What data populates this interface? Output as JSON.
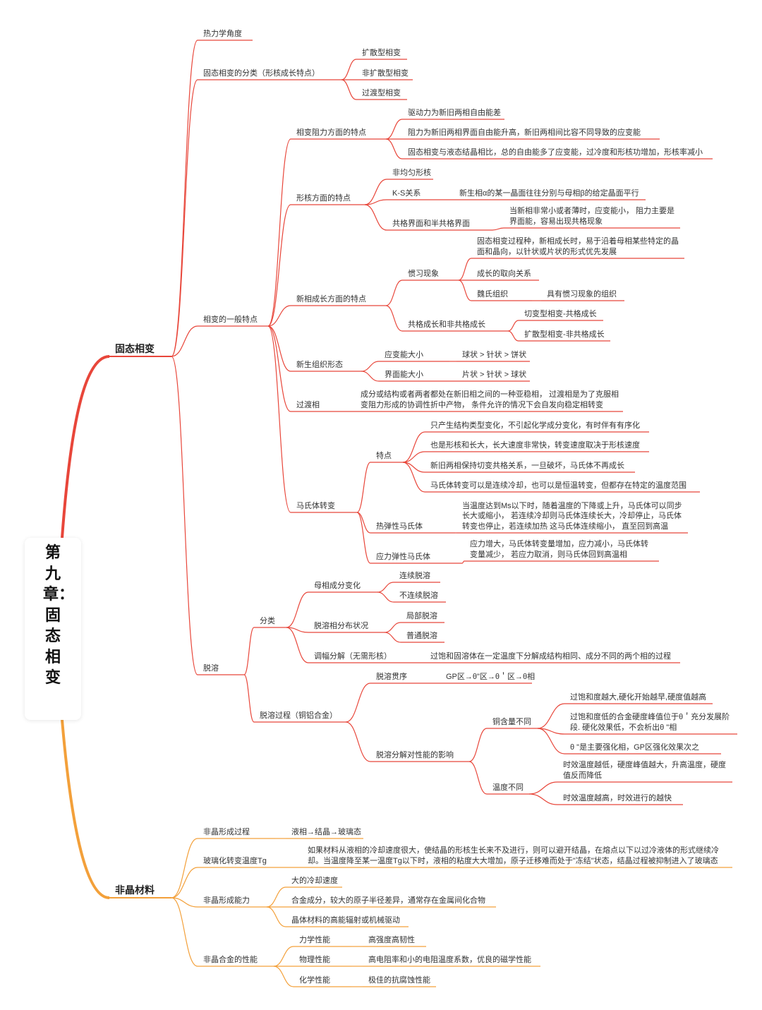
{
  "colors": {
    "solid": "#e8463a",
    "amorphous": "#f3a03a",
    "root_top": "#e8463a",
    "root_bottom": "#f3a03a"
  },
  "root": {
    "title": "第九章：固态相变"
  },
  "nodes": {
    "solid": "固态相变",
    "thermo": "热力学角度",
    "classify": "固态相变的分类（形核成长特点）",
    "classify_diff": "扩散型相变",
    "classify_nondiff": "非扩散型相变",
    "classify_trans": "过渡型相变",
    "general": "相变的一般特点",
    "resist": "相变阻力方面的特点",
    "resist_1": "驱动力为新旧两相自由能差",
    "resist_2": "阻力为新旧两相界面自由能升高，新旧两相间比容不同导致的应变能",
    "resist_3": "固态相变与液态结晶相比，总的自由能多了应变能，过冷度和形核功增加，形核率减小",
    "nucleation": "形核方面的特点",
    "nuc_1": "非均匀形核",
    "nuc_ks": "K-S关系",
    "nuc_ks_desc": "新生相α的某一晶面往往分别与母相β的给定晶面平行",
    "nuc_coh": "共格界面和半共格界面",
    "nuc_coh_desc": "当新相非常小或者薄时，应变能小， 阻力主要是界面能，容易出现共格现象",
    "growth": "新相成长方面的特点",
    "habit": "惯习现象",
    "habit_1": "固态相变过程种，新相成长时，易于沿着母相某些特定的晶面和晶向，以针状或片状的形式优先发展",
    "habit_2": "成长的取向关系",
    "habit_wid": "魏氏组织",
    "habit_wid_desc": "具有惯习现象的组织",
    "cogrowth": "共格成长和非共格成长",
    "cogrowth_1": "切变型相变-共格成长",
    "cogrowth_2": "扩散型相变-非共格成长",
    "morph": "新生组织形态",
    "morph_strain": "应变能大小",
    "morph_strain_desc": "球状 > 针状 > 饼状",
    "morph_iface": "界面能大小",
    "morph_iface_desc": "片状 > 针状 > 球状",
    "transphase": "过渡相",
    "transphase_desc": "成分或结构或者两者都处在新旧相之间的一种亚稳相， 过渡相是为了克服相变阻力形成的协调性折中产物， 条件允许的情况下会自发向稳定相转变",
    "marten": "马氏体转变",
    "feat": "特点",
    "feat_1": "只产生结构类型变化，不引起化学成分变化，有时伴有有序化",
    "feat_2": "也是形核和长大，长大速度非常快，转变速度取决于形核速度",
    "feat_3": "新旧两相保持切变共格关系，一旦破坏，马氏体不再成长",
    "feat_4": "马氏体转变可以是连续冷却，也可以是恒温转变，但都存在特定的温度范围",
    "thermo_m": "热弹性马氏体",
    "thermo_m_desc": "当温度达到Ms以下时，随着温度的下降或上升，马氏体可以同步长大或缩小， 若连续冷却则马氏体连续长大，冷却停止，马氏体转变也停止，若连续加热 这马氏体连续缩小， 直至回到高温",
    "stress_m": "应力弹性马氏体",
    "stress_m_desc": "应力增大，马氏体转变量增加，应力减小，马氏体转变量减少， 若应力取消，则马氏体回到高温相",
    "precip": "脱溶",
    "pcls": "分类",
    "mother": "母相成分变化",
    "cont": "连续脱溶",
    "discont": "不连续脱溶",
    "dist": "脱溶相分布状况",
    "local": "局部脱溶",
    "general_p": "普通脱溶",
    "spinodal": "调幅分解（无需形核）",
    "spinodal_desc": "过饱和固溶体在一定温度下分解成结构相同、成分不同的两个相的过程",
    "process": "脱溶过程（铜铝合金）",
    "seq": "脱溶贯序",
    "seq_desc": "GP区→θ\"区→θ＇区→θ相",
    "effect": "脱溶分解对性能的影响",
    "cu": "铜含量不同",
    "cu_1": "过饱和度越大,硬化开始越早,硬度值越高",
    "cu_2": "过饱和度低的合金硬度峰值位于θ＇充分发展阶段. 硬化效果低，不会析出θ \"相",
    "cu_3": "θ \"是主要强化相，GP区强化效果次之",
    "temp": "温度不同",
    "temp_1": "时效温度越低，硬度峰值越大，升高温度，硬度值反而降低",
    "temp_2": "时效温度越高，时效进行的越快",
    "amorph": "非晶材料",
    "am_form": "非晶形成过程",
    "am_form_desc": "液相→结晶→玻璃态",
    "tg": "玻璃化转变温度Tg",
    "tg_desc": "如果材料从液相的冷却速度很大，使结晶的形核生长来不及进行，则可以避开结晶，在熔点以下以过冷液体的形式继续冷却。当温度降至某一温度Tg以下时，液相的粘度大大增加，原子迁移难而处于\"冻结\"状态，结晶过程被抑制进入了玻璃态",
    "ability": "非晶形成能力",
    "ab_1": "大的冷却速度",
    "ab_2": "合金成分，较大的原子半径差异，通常存在金属间化合物",
    "ab_3": "晶体材料的高能辐射或机械驱动",
    "props": "非晶合金的性能",
    "mech": "力学性能",
    "mech_desc": "高强度高韧性",
    "phys": "物理性能",
    "phys_desc": "高电阻率和小的电阻温度系数，优良的磁学性能",
    "chem": "化学性能",
    "chem_desc": "极佳的抗腐蚀性能"
  }
}
